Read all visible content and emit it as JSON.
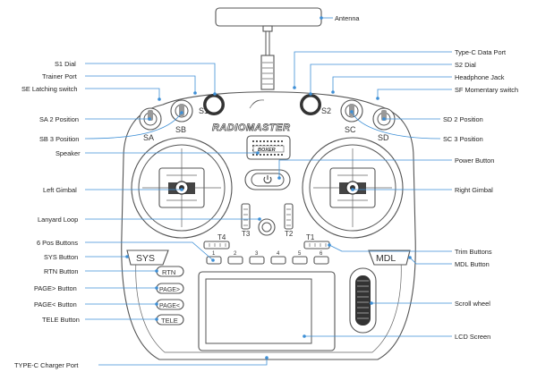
{
  "labels_right": {
    "antenna": "Antenna",
    "typec_data_port": "Type-C Data Port",
    "s2_dial": "S2 Dial",
    "headphone_jack": "Headphone Jack",
    "sf_momentary": "SF Momentary switch",
    "sd_2pos": "SD 2 Position",
    "sc_3pos": "SC 3 Position",
    "power_button": "Power Button",
    "right_gimbal": "Right Gimbal",
    "trim_buttons": "Trim Buttons",
    "mdl_button": "MDL Button",
    "scroll_wheel": "Scroll wheel",
    "lcd_screen": "LCD Screen"
  },
  "labels_left": {
    "s1_dial": "S1 Dial",
    "trainer_port": "Trainer Port",
    "se_latching": "SE Latching switch",
    "sa_2pos": "SA 2 Position",
    "sb_3pos": "SB 3 Position",
    "speaker": "Speaker",
    "left_gimbal": "Left Gimbal",
    "lanyard_loop": "Lanyard Loop",
    "six_pos_buttons": "6 Pos Buttons",
    "sys_button": "SYS Button",
    "rtn_button": "RTN Button",
    "page_next": "PAGE> Button",
    "page_prev": "PAGE< Button",
    "tele_button": "TELE Button",
    "typec_charger": "TYPE-C Charger Port"
  },
  "device": {
    "brand": "RADIOMASTER",
    "badge": "BOXER",
    "switch_sa": "SA",
    "switch_sb": "SB",
    "switch_sc": "SC",
    "switch_sd": "SD",
    "dial_s1": "S1",
    "dial_s2": "S2",
    "trim_t1": "T1",
    "trim_t2": "T2",
    "trim_t3": "T3",
    "trim_t4": "T4",
    "six_pos_numbers": [
      "1",
      "2",
      "3",
      "4",
      "5",
      "6"
    ],
    "sys_key": "SYS",
    "mdl_key": "MDL",
    "rtn_key": "RTN",
    "page_next_key": "PAGE>",
    "page_prev_key": "PAGE<",
    "tele_key": "TELE"
  },
  "colors": {
    "leader": "#3d8fd6",
    "outline": "#555555"
  }
}
